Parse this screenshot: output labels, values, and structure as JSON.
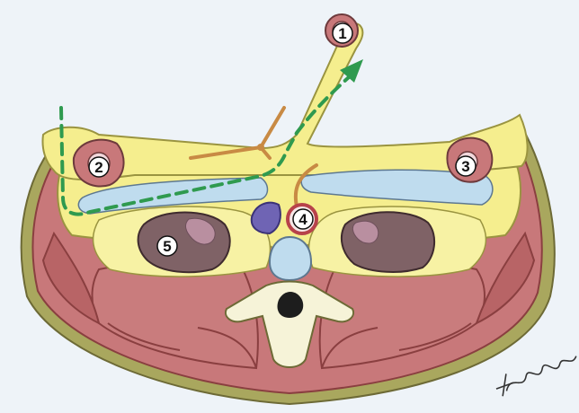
{
  "labels": {
    "one": "1",
    "two": "2",
    "three": "3",
    "four": "4",
    "five": "5"
  },
  "signature_text": "Houengar",
  "colors": {
    "background": "#eef3f8",
    "skin": "#a9a75e",
    "muscle": "#c8787a",
    "muscle_dark": "#a95456",
    "fat": "#f5ee8e",
    "fascia_blue": "#bfdcee",
    "organ": "#7f6266",
    "organ_inner": "#b98fa0",
    "vertebra": "#f6f3d8",
    "aorta": "#b7424a",
    "ivc": "#6f64b4",
    "arrow": "#2f9a4f"
  }
}
